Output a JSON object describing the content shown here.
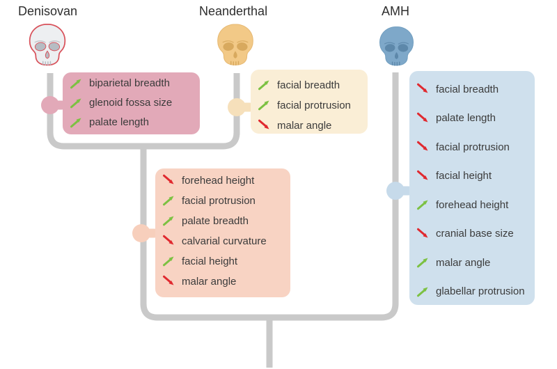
{
  "lineages": [
    {
      "label": "Denisovan"
    },
    {
      "label": "Neanderthal"
    },
    {
      "label": "AMH"
    }
  ],
  "trait_boxes": {
    "denisovan": {
      "traits": [
        {
          "label": "biparietal breadth",
          "direction": "up"
        },
        {
          "label": "glenoid fossa size",
          "direction": "up"
        },
        {
          "label": "palate length",
          "direction": "up"
        }
      ]
    },
    "neanderthal": {
      "traits": [
        {
          "label": "facial breadth",
          "direction": "up"
        },
        {
          "label": "facial protrusion",
          "direction": "up"
        },
        {
          "label": "malar angle",
          "direction": "down"
        }
      ]
    },
    "neanderthal_denisovan_ancestor": {
      "traits": [
        {
          "label": "forehead height",
          "direction": "down"
        },
        {
          "label": "facial protrusion",
          "direction": "up"
        },
        {
          "label": "palate breadth",
          "direction": "up"
        },
        {
          "label": "calvarial curvature",
          "direction": "down"
        },
        {
          "label": "facial height",
          "direction": "up"
        },
        {
          "label": "malar angle",
          "direction": "down"
        }
      ]
    },
    "amh": {
      "traits": [
        {
          "label": "facial breadth",
          "direction": "down"
        },
        {
          "label": "palate length",
          "direction": "down"
        },
        {
          "label": "facial protrusion",
          "direction": "down"
        },
        {
          "label": "facial height",
          "direction": "down"
        },
        {
          "label": "forehead height",
          "direction": "up"
        },
        {
          "label": "cranial base size",
          "direction": "down"
        },
        {
          "label": "malar angle",
          "direction": "up"
        },
        {
          "label": "glabellar protrusion",
          "direction": "up"
        }
      ]
    }
  },
  "theme": {
    "arrow-up": "#7cc142",
    "arrow-down": "#e0292f",
    "tree-line": "#c9c9c9",
    "text": "#3b3b3b",
    "title-text": "#2e2e2e",
    "box-denisovan": "#e2a9b8",
    "box-neanderthal": "#faeed6",
    "box-ancestor": "#f8d3c3",
    "box-amh": "#cfe0ed",
    "node-denisovan": "#e2a9b8",
    "node-neanderthal": "#f6e0bb",
    "node-ancestor": "#f7cfbc",
    "node-amh": "#c6daea"
  }
}
